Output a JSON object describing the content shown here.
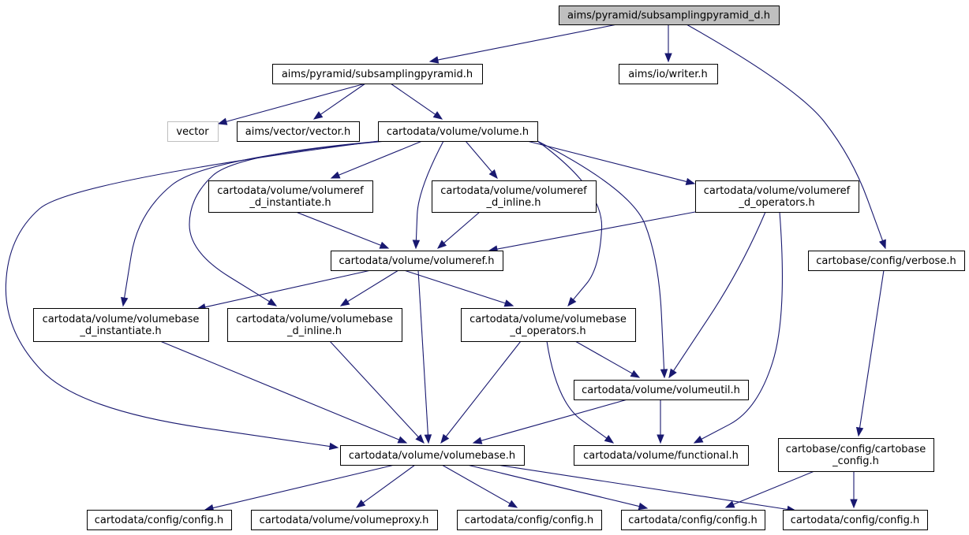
{
  "graph": {
    "nodes": [
      {
        "id": "n0",
        "label": "aims/pyramid/subsamplingpyramid_d.h",
        "role": "root"
      },
      {
        "id": "n1",
        "label": "aims/pyramid/subsamplingpyramid.h"
      },
      {
        "id": "n2",
        "label": "aims/io/writer.h"
      },
      {
        "id": "n3",
        "label": "vector",
        "role": "external"
      },
      {
        "id": "n4",
        "label": "aims/vector/vector.h"
      },
      {
        "id": "n5",
        "label": "cartodata/volume/volume.h"
      },
      {
        "id": "n6",
        "label": "cartodata/volume/volumeref_d_instantiate.h",
        "lines": [
          "cartodata/volume/volumeref",
          "_d_instantiate.h"
        ]
      },
      {
        "id": "n7",
        "label": "cartodata/volume/volumeref_d_inline.h",
        "lines": [
          "cartodata/volume/volumeref",
          "_d_inline.h"
        ]
      },
      {
        "id": "n8",
        "label": "cartodata/volume/volumeref_d_operators.h",
        "lines": [
          "cartodata/volume/volumeref",
          "_d_operators.h"
        ]
      },
      {
        "id": "n9",
        "label": "cartodata/volume/volumeref.h"
      },
      {
        "id": "n10",
        "label": "cartobase/config/verbose.h"
      },
      {
        "id": "n11",
        "label": "cartodata/volume/volumebase_d_instantiate.h",
        "lines": [
          "cartodata/volume/volumebase",
          "_d_instantiate.h"
        ]
      },
      {
        "id": "n12",
        "label": "cartodata/volume/volumebase_d_inline.h",
        "lines": [
          "cartodata/volume/volumebase",
          "_d_inline.h"
        ]
      },
      {
        "id": "n13",
        "label": "cartodata/volume/volumebase_d_operators.h",
        "lines": [
          "cartodata/volume/volumebase",
          "_d_operators.h"
        ]
      },
      {
        "id": "n14",
        "label": "cartodata/volume/volumeutil.h"
      },
      {
        "id": "n15",
        "label": "cartodata/volume/volumebase.h"
      },
      {
        "id": "n16",
        "label": "cartodata/volume/functional.h"
      },
      {
        "id": "n17",
        "label": "cartobase/config/cartobase_config.h",
        "lines": [
          "cartobase/config/cartobase",
          "_config.h"
        ]
      },
      {
        "id": "n18",
        "label": "cartodata/config/config.h"
      },
      {
        "id": "n19",
        "label": "cartodata/volume/volumeproxy.h"
      },
      {
        "id": "n20",
        "label": "cartodata/config/config.h"
      },
      {
        "id": "n21",
        "label": "cartodata/config/config.h"
      },
      {
        "id": "n22",
        "label": "cartodata/config/config.h"
      }
    ],
    "edges": [
      [
        "n0",
        "n1"
      ],
      [
        "n0",
        "n2"
      ],
      [
        "n0",
        "n10"
      ],
      [
        "n1",
        "n3"
      ],
      [
        "n1",
        "n4"
      ],
      [
        "n1",
        "n5"
      ],
      [
        "n5",
        "n6"
      ],
      [
        "n5",
        "n7"
      ],
      [
        "n5",
        "n8"
      ],
      [
        "n5",
        "n9"
      ],
      [
        "n5",
        "n11"
      ],
      [
        "n5",
        "n12"
      ],
      [
        "n5",
        "n13"
      ],
      [
        "n5",
        "n14"
      ],
      [
        "n5",
        "n15"
      ],
      [
        "n6",
        "n9"
      ],
      [
        "n7",
        "n9"
      ],
      [
        "n8",
        "n9"
      ],
      [
        "n8",
        "n14"
      ],
      [
        "n8",
        "n16"
      ],
      [
        "n9",
        "n11"
      ],
      [
        "n9",
        "n12"
      ],
      [
        "n9",
        "n13"
      ],
      [
        "n9",
        "n15"
      ],
      [
        "n10",
        "n17"
      ],
      [
        "n11",
        "n15"
      ],
      [
        "n12",
        "n15"
      ],
      [
        "n13",
        "n14"
      ],
      [
        "n13",
        "n15"
      ],
      [
        "n13",
        "n16"
      ],
      [
        "n14",
        "n15"
      ],
      [
        "n14",
        "n16"
      ],
      [
        "n15",
        "n18"
      ],
      [
        "n15",
        "n19"
      ],
      [
        "n15",
        "n20"
      ],
      [
        "n15",
        "n21"
      ],
      [
        "n15",
        "n22"
      ],
      [
        "n17",
        "n21"
      ],
      [
        "n17",
        "n22"
      ]
    ]
  }
}
